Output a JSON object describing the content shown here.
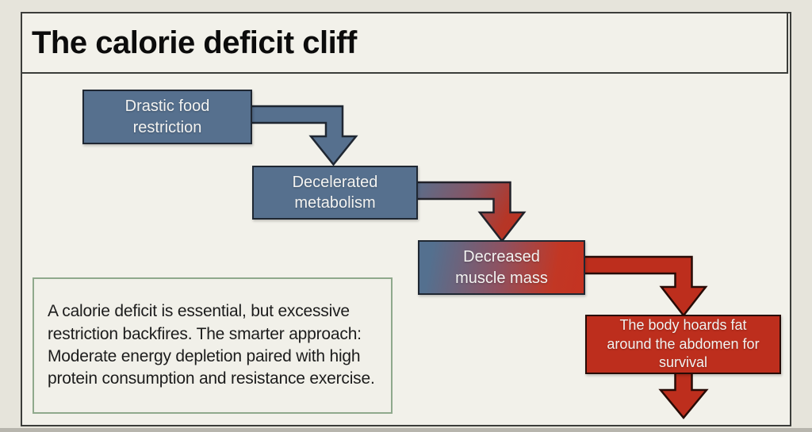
{
  "title": "The calorie deficit cliff",
  "flow": {
    "steps": [
      {
        "label": "Drastic food restriction",
        "tone": "blue"
      },
      {
        "label": "Decelerated metabolism",
        "tone": "blue"
      },
      {
        "label": "Decreased muscle mass",
        "tone": "blue-to-red-gradient"
      },
      {
        "label": "The body hoards fat around the abdomen for survival",
        "tone": "red"
      }
    ]
  },
  "note": {
    "text": "A calorie deficit is essential, but excessive restriction backfires. The smarter approach: Moderate energy depletion paired with high protein consumption and resistance exercise."
  },
  "colors": {
    "blue": "#56708e",
    "red": "#bd2e1d",
    "gradient_mid": "#8d5262",
    "note_border": "#8fa98c",
    "frame_background": "#f2f1ea",
    "outer_background": "#e6e4db",
    "box_border_dark": "#1f2732",
    "red_border_dark": "#270b06",
    "text_light": "#f3f3f1",
    "text_dark": "#1c1c1c"
  }
}
